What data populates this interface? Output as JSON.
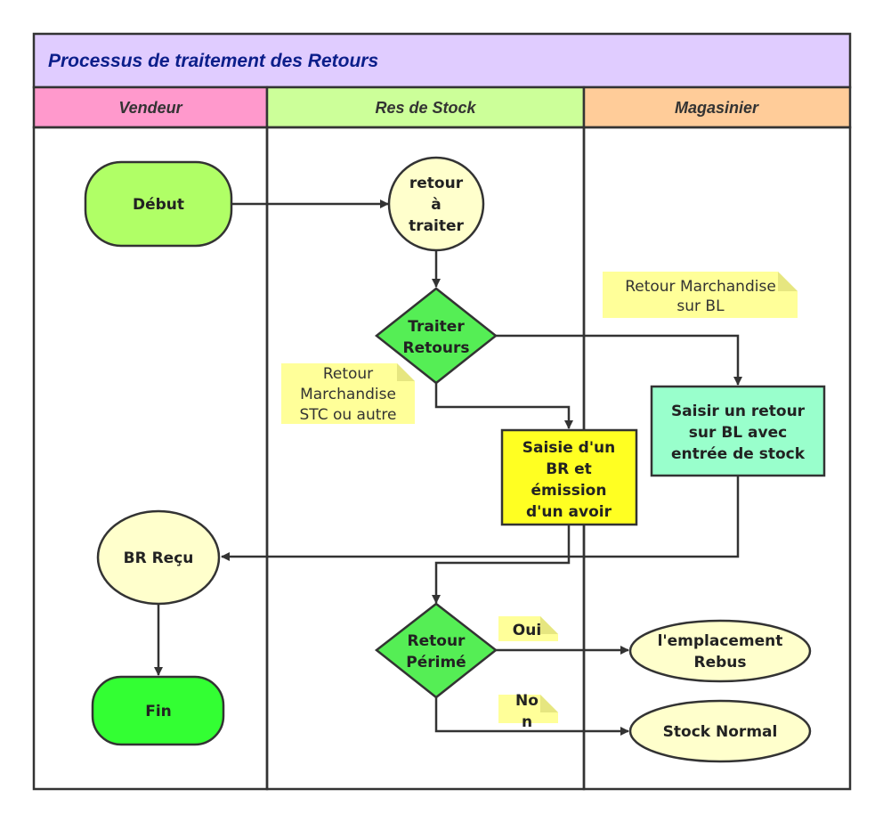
{
  "title": "Processus de traitement des Retours",
  "lanes": [
    {
      "label": "Vendeur",
      "color": "#ff99cc"
    },
    {
      "label": "Res de Stock",
      "color": "#ccff99"
    },
    {
      "label": "Magasinier",
      "color": "#ffcc99"
    }
  ],
  "nodes": {
    "debut": {
      "label": "Début",
      "color": "#b0ff66"
    },
    "retour_a_traiter": {
      "lines": [
        "retour",
        "à",
        "traiter"
      ],
      "color": "#ffffcc"
    },
    "traiter_retours": {
      "lines": [
        "Traiter",
        "Retours"
      ],
      "color": "#55ee55"
    },
    "saisie_br": {
      "lines": [
        "Saisie d'un",
        "BR et",
        "émission",
        "d'un avoir"
      ],
      "color": "#ffff22"
    },
    "saisir_retour_bl": {
      "lines": [
        "Saisir un retour",
        "sur BL avec",
        "entrée de stock"
      ],
      "color": "#99ffcc"
    },
    "br_recu": {
      "label": "BR Reçu",
      "color": "#ffffcc"
    },
    "fin": {
      "label": "Fin",
      "color": "#33ff33"
    },
    "retour_perime": {
      "lines": [
        "Retour",
        "Périmé"
      ],
      "color": "#55ee55"
    },
    "emplacement_rebus": {
      "lines": [
        "l'emplacement",
        "Rebus"
      ],
      "color": "#ffffcc"
    },
    "stock_normal": {
      "label": "Stock Normal",
      "color": "#ffffcc"
    }
  },
  "notes": {
    "retour_bl": {
      "lines": [
        "Retour Marchandise",
        "sur BL"
      ]
    },
    "retour_stc": {
      "lines": [
        "Retour",
        "Marchandise",
        "STC ou autre"
      ]
    },
    "oui": {
      "label": "Oui"
    },
    "non": {
      "lines": [
        "No",
        "n"
      ]
    }
  },
  "colors": {
    "title_band": "#e0ccff",
    "note": "#ffff99",
    "stroke": "#333333",
    "title_text": "#0b1e8a"
  }
}
